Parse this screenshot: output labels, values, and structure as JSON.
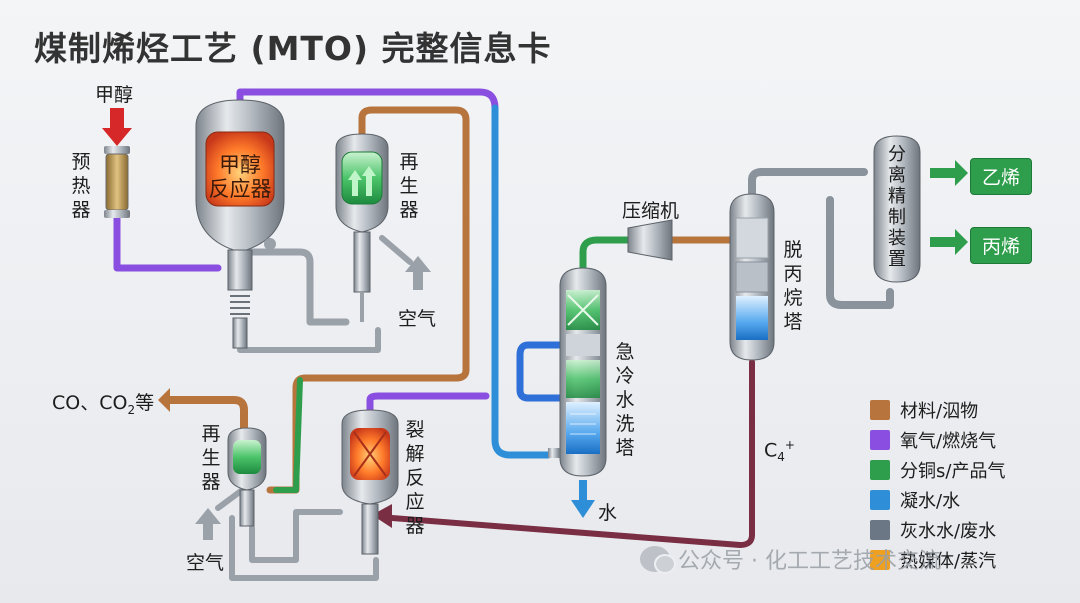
{
  "title": "煤制烯烃工艺 (MTO) 完整信息卡",
  "labels": {
    "methanol": "甲醇",
    "preheater": "预热器",
    "mto_reactor": "甲醇\n反应器",
    "regen_top": "再生器",
    "air_top": "空气",
    "compressor": "压缩机",
    "depropanizer": "脱丙烷塔",
    "separation": "分离精制装置",
    "quench": "急冷水洗塔",
    "water": "水",
    "c4": "C",
    "c4_sub": "4",
    "c4_sup": "+",
    "co_out": "CO、CO",
    "co_sub": "2",
    "co_tail": "等",
    "regen_bottom": "再生器",
    "air_bottom": "空气",
    "cracking": "裂解反应器"
  },
  "products": [
    "乙烯",
    "丙烯"
  ],
  "legend": [
    {
      "color": "#b8743d",
      "label": "材料/泅物"
    },
    {
      "color": "#8a4fe0",
      "label": "氧气/燃烧气"
    },
    {
      "color": "#2f9e4c",
      "label": "分铜s/产品气"
    },
    {
      "color": "#2e8fd8",
      "label": "凝水/水"
    },
    {
      "color": "#6b7785",
      "label": "灰水水/废水"
    },
    {
      "color": "#f0a020",
      "label": "热媒体/蒸汽"
    }
  ],
  "watermark": "公众号 · 化工工艺技术交流",
  "colors": {
    "orange": "#b8743d",
    "purple": "#8a4fe0",
    "green": "#2f9e4c",
    "blue": "#2e8fd8",
    "grey": "#8a929c",
    "maroon": "#7a2e44",
    "red": "#d62828"
  }
}
